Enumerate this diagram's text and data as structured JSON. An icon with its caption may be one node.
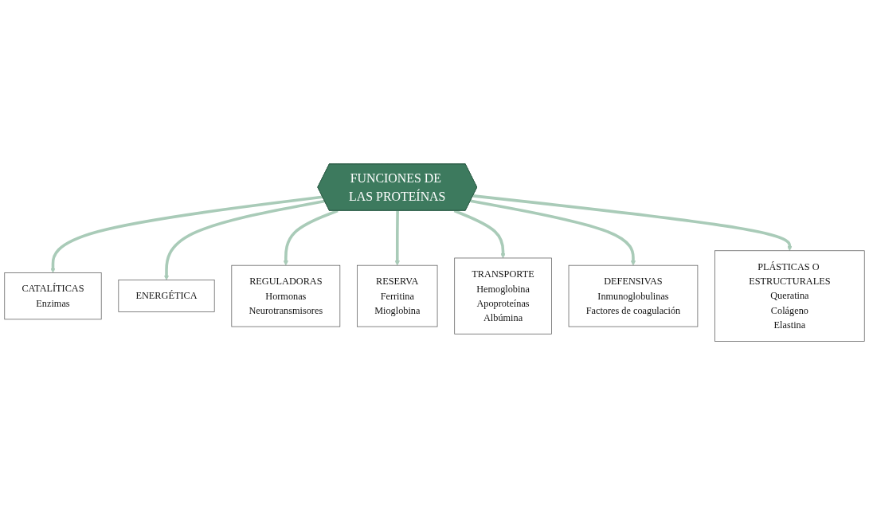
{
  "diagram": {
    "nodes": [
      {
        "text": [
          "FUNCIONES DE LAS PROTEÍNAS"
        ]
      },
      {
        "text": [
          "CATALÍTICAS",
          "Enzimas"
        ]
      },
      {
        "text": [
          "ENERGÉTICA"
        ]
      },
      {
        "text": [
          "REGULADORAS",
          "Hormonas",
          "Neurotransmisores"
        ]
      },
      {
        "text": [
          "RESERVA",
          "Ferritina",
          "Mioglobina"
        ]
      },
      {
        "text": [
          "TRANSPORTE",
          "Hemoglobina",
          "Apoproteínas",
          "Albúmina"
        ]
      },
      {
        "text": [
          "DEFENSIVAS",
          "Inmunoglobulinas",
          "Factores de coagulación"
        ]
      },
      {
        "text": [
          "PLÁSTICAS O ESTRUCTURALES",
          "Queratina",
          "Colágeno",
          "Elastina"
        ]
      }
    ],
    "edges": [
      {
        "from": 0,
        "to": 1,
        "arrow": "to"
      },
      {
        "from": 0,
        "to": 2,
        "arrow": "to"
      },
      {
        "from": 0,
        "to": 3,
        "arrow": "to"
      },
      {
        "from": 0,
        "to": 4,
        "arrow": "to"
      },
      {
        "from": 0,
        "to": 5,
        "arrow": "to"
      },
      {
        "from": 0,
        "to": 6,
        "arrow": "to"
      },
      {
        "from": 0,
        "to": 7,
        "arrow": "to"
      }
    ]
  }
}
